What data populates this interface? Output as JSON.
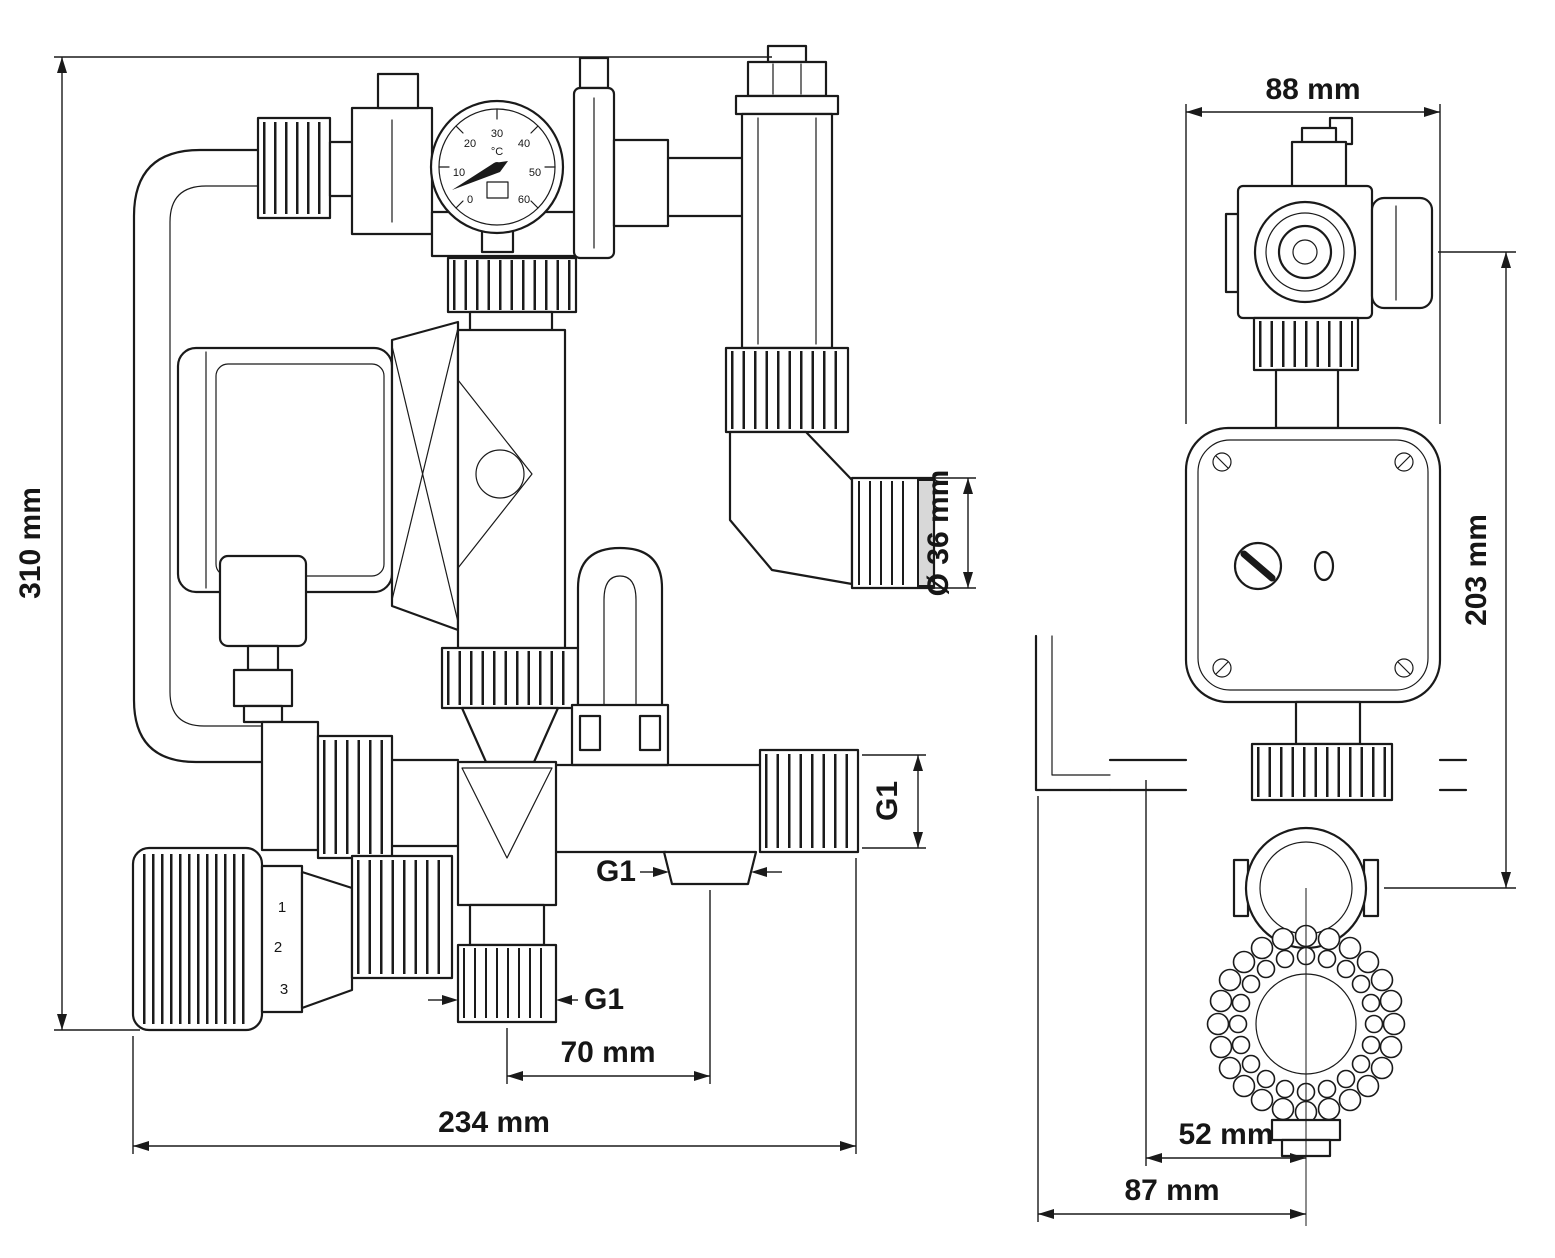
{
  "gauge": {
    "unit": "°C",
    "ticks": [
      "0",
      "10",
      "20",
      "30",
      "40",
      "50",
      "60"
    ]
  },
  "head_scale": [
    "1",
    "2",
    "3"
  ],
  "dims": {
    "total_height": "310 mm",
    "pump_width": "88 mm",
    "outlet_diameter": "Ø 36 mm",
    "side_height": "203 mm",
    "port_right": "G1",
    "port_middle": "G1",
    "port_bottom": "G1",
    "port_spacing": "70 mm",
    "total_width": "234 mm",
    "offset_inner": "52 mm",
    "offset_outer": "87 mm"
  }
}
